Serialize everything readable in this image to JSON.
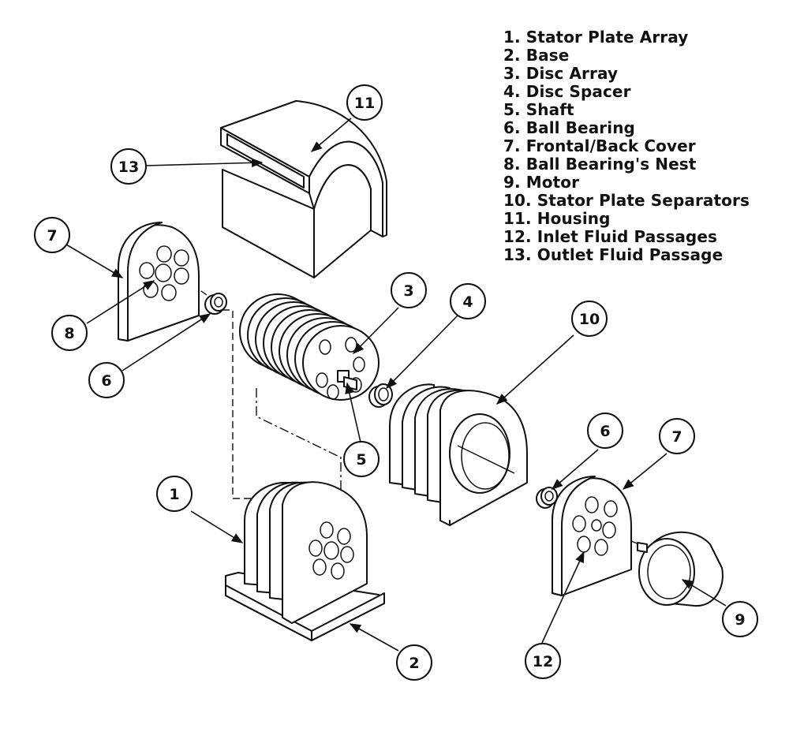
{
  "legend": {
    "items": [
      "1. Stator Plate Array",
      "2. Base",
      "3. Disc Array",
      "4. Disc Spacer",
      "5. Shaft",
      "6. Ball Bearing",
      "7. Frontal/Back Cover",
      "8. Ball Bearing's Nest",
      "9. Motor",
      "10. Stator Plate Separators",
      "11. Housing",
      "12. Inlet Fluid Passages",
      "13. Outlet Fluid Passage"
    ]
  },
  "callouts": {
    "c1": "1",
    "c2": "2",
    "c3": "3",
    "c4": "4",
    "c5": "5",
    "c6a": "6",
    "c6b": "6",
    "c7a": "7",
    "c7b": "7",
    "c8": "8",
    "c9": "9",
    "c10": "10",
    "c11": "11",
    "c12": "12",
    "c13": "13"
  }
}
